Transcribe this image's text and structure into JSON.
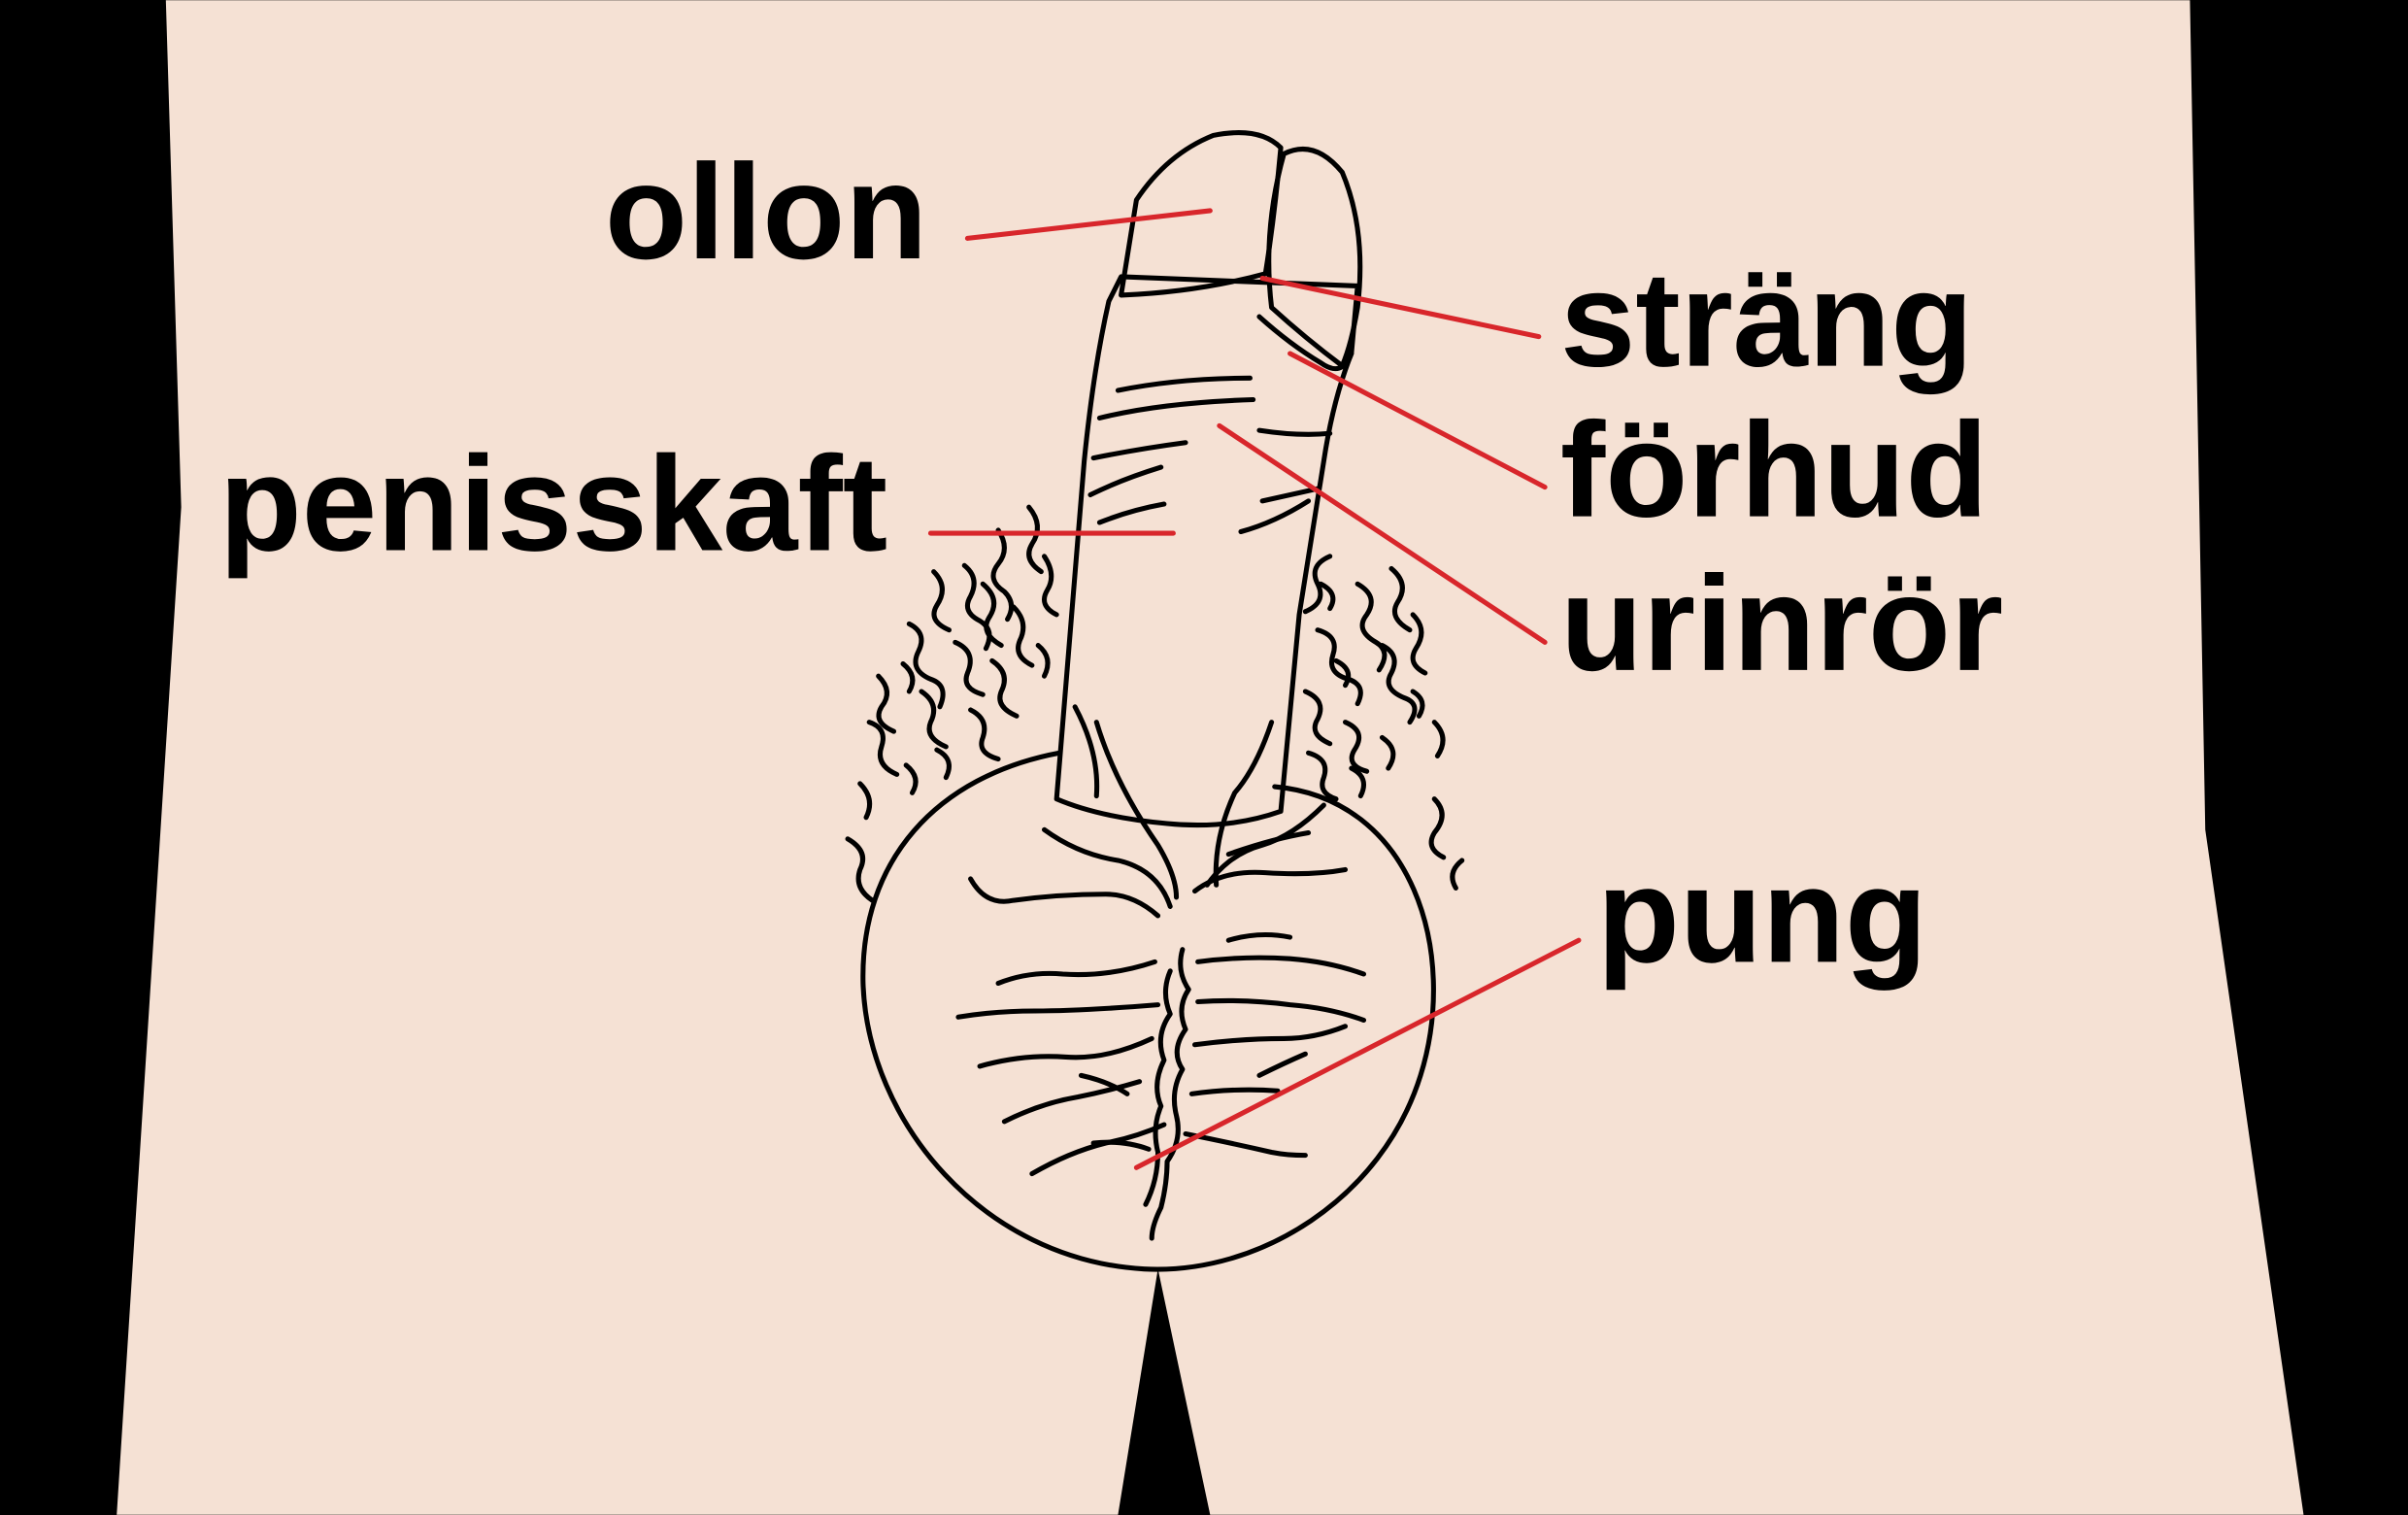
{
  "colors": {
    "background": "#000000",
    "skin": "#f5e1d4",
    "glans": "#e3b6b5",
    "outline": "#000000",
    "leader": "#d8262b",
    "text": "#000000"
  },
  "labels": {
    "ollon": "ollon",
    "strang": "sträng",
    "forhud": "förhud",
    "penisskaft": "penisskaft",
    "urinror": "urinrör",
    "pung": "pung"
  }
}
